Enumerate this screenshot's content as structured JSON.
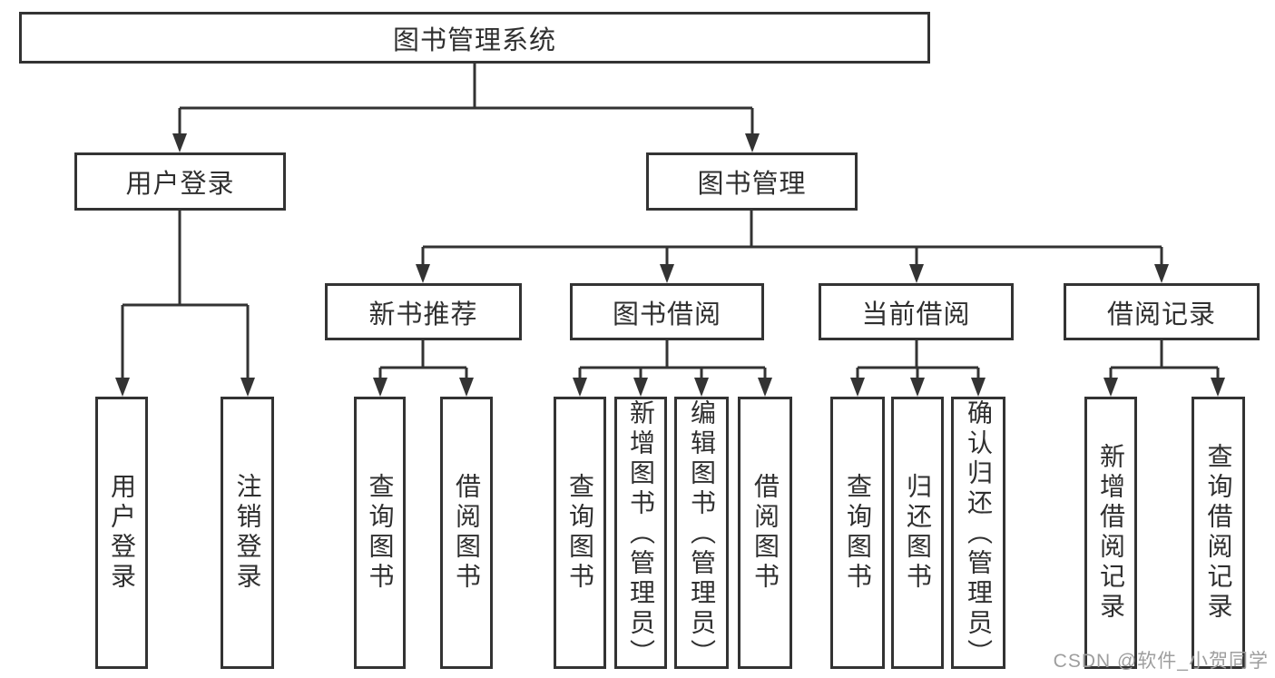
{
  "diagram": {
    "title": "图书管理系统",
    "type": "hierarchy-tree",
    "colors": {
      "line": "#333333",
      "border": "#333333",
      "text": "#2f2f2f",
      "background": "#ffffff",
      "watermark": "#9e9e9e"
    },
    "tree": {
      "root": {
        "label": "图书管理系统"
      },
      "children": [
        {
          "label": "用户登录",
          "children": [
            {
              "label": "用户登录"
            },
            {
              "label": "注销登录"
            }
          ]
        },
        {
          "label": "图书管理",
          "children": [
            {
              "label": "新书推荐",
              "children": [
                {
                  "label": "查询图书"
                },
                {
                  "label": "借阅图书"
                }
              ]
            },
            {
              "label": "图书借阅",
              "children": [
                {
                  "label": "查询图书"
                },
                {
                  "label": "新增图书（管理员）"
                },
                {
                  "label": "编辑图书（管理员）"
                },
                {
                  "label": "借阅图书"
                }
              ]
            },
            {
              "label": "当前借阅",
              "children": [
                {
                  "label": "查询图书"
                },
                {
                  "label": "归还图书"
                },
                {
                  "label": "确认归还（管理员）"
                }
              ]
            },
            {
              "label": "借阅记录",
              "children": [
                {
                  "label": "新增借阅记录"
                },
                {
                  "label": "查询借阅记录"
                }
              ]
            }
          ]
        }
      ]
    },
    "watermark": {
      "text": "CSDN @软件_小贺同学"
    }
  }
}
